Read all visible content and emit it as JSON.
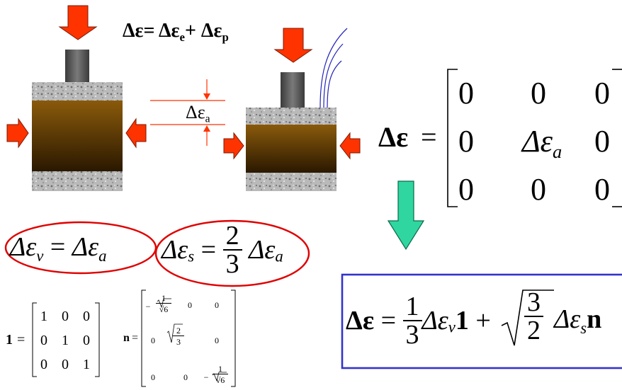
{
  "equations": {
    "decomposition": {
      "lhs": "Δε",
      "eq": "=",
      "t1": "Δε",
      "t1_sub": "e",
      "plus": "+",
      "t2": "Δε",
      "t2_sub": "p"
    },
    "axial_label": {
      "sym": "Δε",
      "sub": "a"
    },
    "tensor_lhs": "Δε",
    "tensor_eq": "=",
    "tensor_matrix": [
      [
        "0",
        "0",
        "0"
      ],
      [
        "0",
        "Δε",
        "0"
      ],
      [
        "0",
        "0",
        "0"
      ]
    ],
    "tensor_middle_sub": "a",
    "volumetric": {
      "sym": "Δε",
      "sub": "v",
      "eq": "=",
      "rhs": "Δε",
      "rhs_sub": "a"
    },
    "deviatoric": {
      "sym": "Δε",
      "sub": "s",
      "eq": "=",
      "num": "2",
      "den": "3",
      "rhs": "Δε",
      "rhs_sub": "a"
    },
    "identity_label": "1",
    "identity_eq": "=",
    "identity_matrix": [
      [
        "1",
        "0",
        "0"
      ],
      [
        "0",
        "1",
        "0"
      ],
      [
        "0",
        "0",
        "1"
      ]
    ],
    "n_label": "n",
    "n_eq": "=",
    "n_matrix": {
      "r1": [
        "−",
        "1",
        "√6",
        "0",
        "0"
      ],
      "r2": [
        "0",
        "2",
        "3",
        "0"
      ],
      "r3": [
        "0",
        "0",
        "−",
        "1",
        "√6"
      ]
    },
    "result": {
      "lhs": "Δε",
      "eq": "=",
      "num1": "1",
      "den1": "3",
      "v_sym": "Δε",
      "v_sub": "v",
      "one": "1",
      "plus": "+",
      "num2": "3",
      "den2": "2",
      "s_sym": "Δε",
      "s_sub": "s",
      "n": "n"
    }
  },
  "colors": {
    "arrow_red": "#ff3300",
    "arrow_green": "#2fd6a0",
    "soil_top": "#8a5a0b",
    "soil_bottom": "#2a1800",
    "stone": "#b8b8b8",
    "piston": "#555555",
    "ellipse": "#e00000",
    "box_border": "#3333cc",
    "dim_line": "#ff3300",
    "crack": "#2222bb"
  }
}
